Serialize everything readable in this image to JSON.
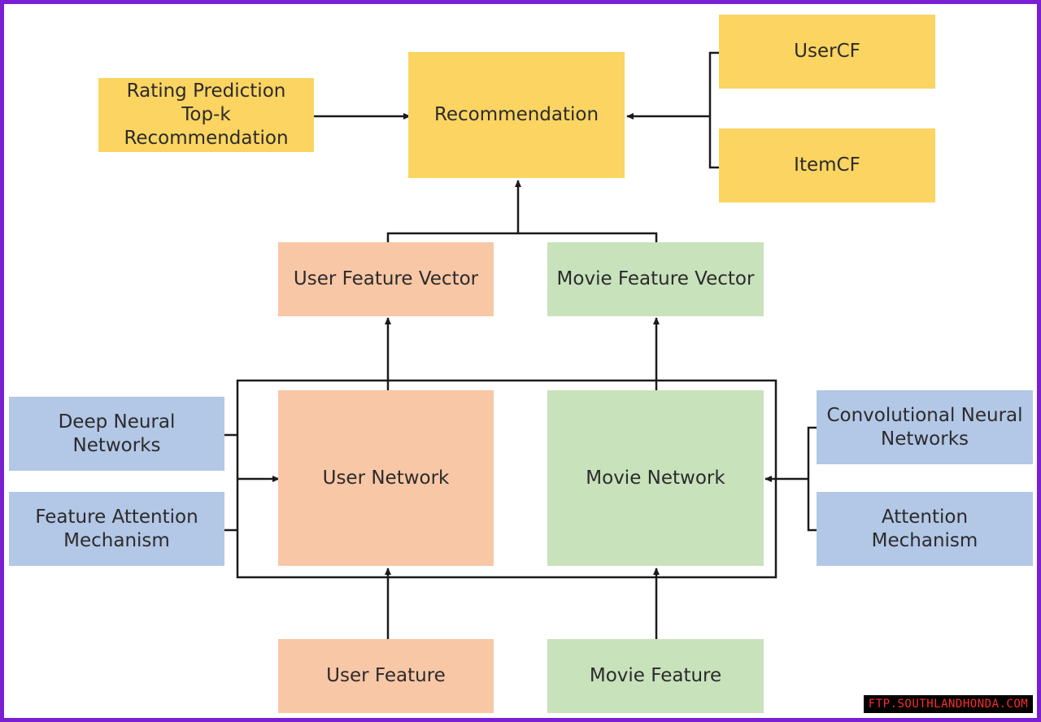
{
  "boxes": {
    "rating_prediction": "Rating Prediction\nTop-k\nRecommendation",
    "recommendation": "Recommendation",
    "usercf": "UserCF",
    "itemcf": "ItemCF",
    "user_feature_vector": "User Feature Vector",
    "movie_feature_vector": "Movie Feature Vector",
    "deep_neural_networks": "Deep Neural\nNetworks",
    "feature_attention_mechanism": "Feature Attention\nMechanism",
    "user_network": "User Network",
    "movie_network": "Movie Network",
    "convolutional_neural_networks": "Convolutional Neural\nNetworks",
    "attention_mechanism": "Attention\nMechanism",
    "user_feature": "User Feature",
    "movie_feature": "Movie Feature"
  },
  "watermark": "FTP.SOUTHLANDHONDA.COM",
  "colors": {
    "frame": "#7a1fd1",
    "recommendation_boxes": "#fbd461",
    "user_boxes": "#f8c7a6",
    "movie_boxes": "#c8e2bc",
    "method_boxes": "#b3c7e6",
    "connector": "#1a1a1a"
  }
}
